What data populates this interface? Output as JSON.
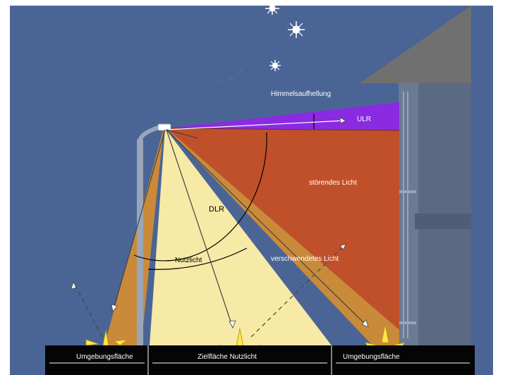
{
  "labels": {
    "sky_glow": "Himmelsaufhellung",
    "ulr": "ULR",
    "dlr": "DLR",
    "disturbing_light": "störendes Licht",
    "useful_light": "Nutzlicht",
    "wasted_light": "verschwendetes Licht",
    "ground_left": "Umgebungsfläche",
    "ground_center": "Zielfläche Nutzlicht",
    "ground_right": "Umgebungsfläche"
  },
  "colors": {
    "night_sky": "#4a6595",
    "frame": "#ffffff",
    "ulr_wedge": "#8a2be2",
    "disturbing": "#c0502a",
    "wasted": "#c98a3a",
    "useful": "#f7eaa6",
    "building": "#5a6a82",
    "roof": "#707070",
    "ground": "#050505",
    "moon": "#ffffff",
    "pole": "#9aa6b8"
  }
}
